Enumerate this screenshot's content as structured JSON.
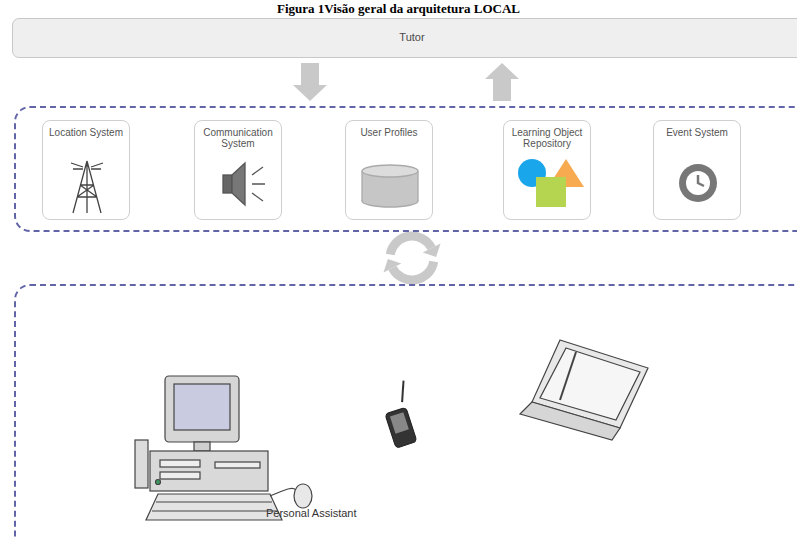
{
  "diagram": {
    "title": "Figura 1Visão geral da arquitetura LOCAL",
    "nodes": [
      {
        "text": [
          "Tutor"
        ]
      },
      {
        "text": []
      },
      {
        "text": [
          "Location System"
        ],
        "in": 1
      },
      {
        "text": [
          "Communication System"
        ],
        "in": 1
      },
      {
        "text": [
          "User Profiles"
        ],
        "in": 1
      },
      {
        "text": [
          "Learning Object Repository"
        ],
        "in": 1
      },
      {
        "text": [
          "Event System"
        ],
        "in": 1
      },
      {
        "text": [
          "Personal Assistant"
        ]
      }
    ],
    "edges": [
      {
        "from": 0,
        "to": 1,
        "arrow": "to"
      },
      {
        "from": 1,
        "to": 0,
        "arrow": "to"
      },
      {
        "from": 1,
        "to": 7,
        "arrow": "both"
      }
    ]
  }
}
